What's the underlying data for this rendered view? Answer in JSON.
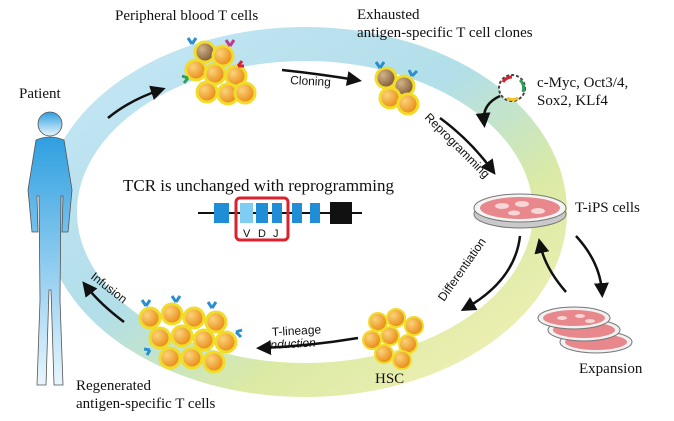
{
  "labels": {
    "patient": "Patient",
    "peripheral": "Peripheral blood T cells",
    "exhausted_line1": "Exhausted",
    "exhausted_line2": "antigen-specific T cell clones",
    "factors_line1": "c-Myc, Oct3/4,",
    "factors_line2": "Sox2, KLf4",
    "tips": "T-iPS cells",
    "expansion": "Expansion",
    "hsc": "HSC",
    "regen_line1": "Regenerated",
    "regen_line2": "antigen-specific T cells",
    "tcr": "TCR is unchanged with reprogramming"
  },
  "arrows": {
    "cloning": "Cloning",
    "reprogramming": "Reprogramming",
    "differentiation": "Differentiation",
    "tlineage_line1": "T-lineage",
    "tlineage_line2": "induction",
    "infusion": "Infusion"
  },
  "vdj": {
    "v": "V",
    "d": "D",
    "j": "J"
  },
  "colors": {
    "cell_orange": "#f39a1e",
    "cell_ring": "#f2dc2a",
    "cell_brown": "#a07a4a",
    "receptor_blue": "#2a8fd0",
    "gene_blue": "#1f8ed6",
    "gene_light": "#7fcdf2",
    "highlight_red": "#d9222e",
    "dish_pink": "#e8888c"
  }
}
